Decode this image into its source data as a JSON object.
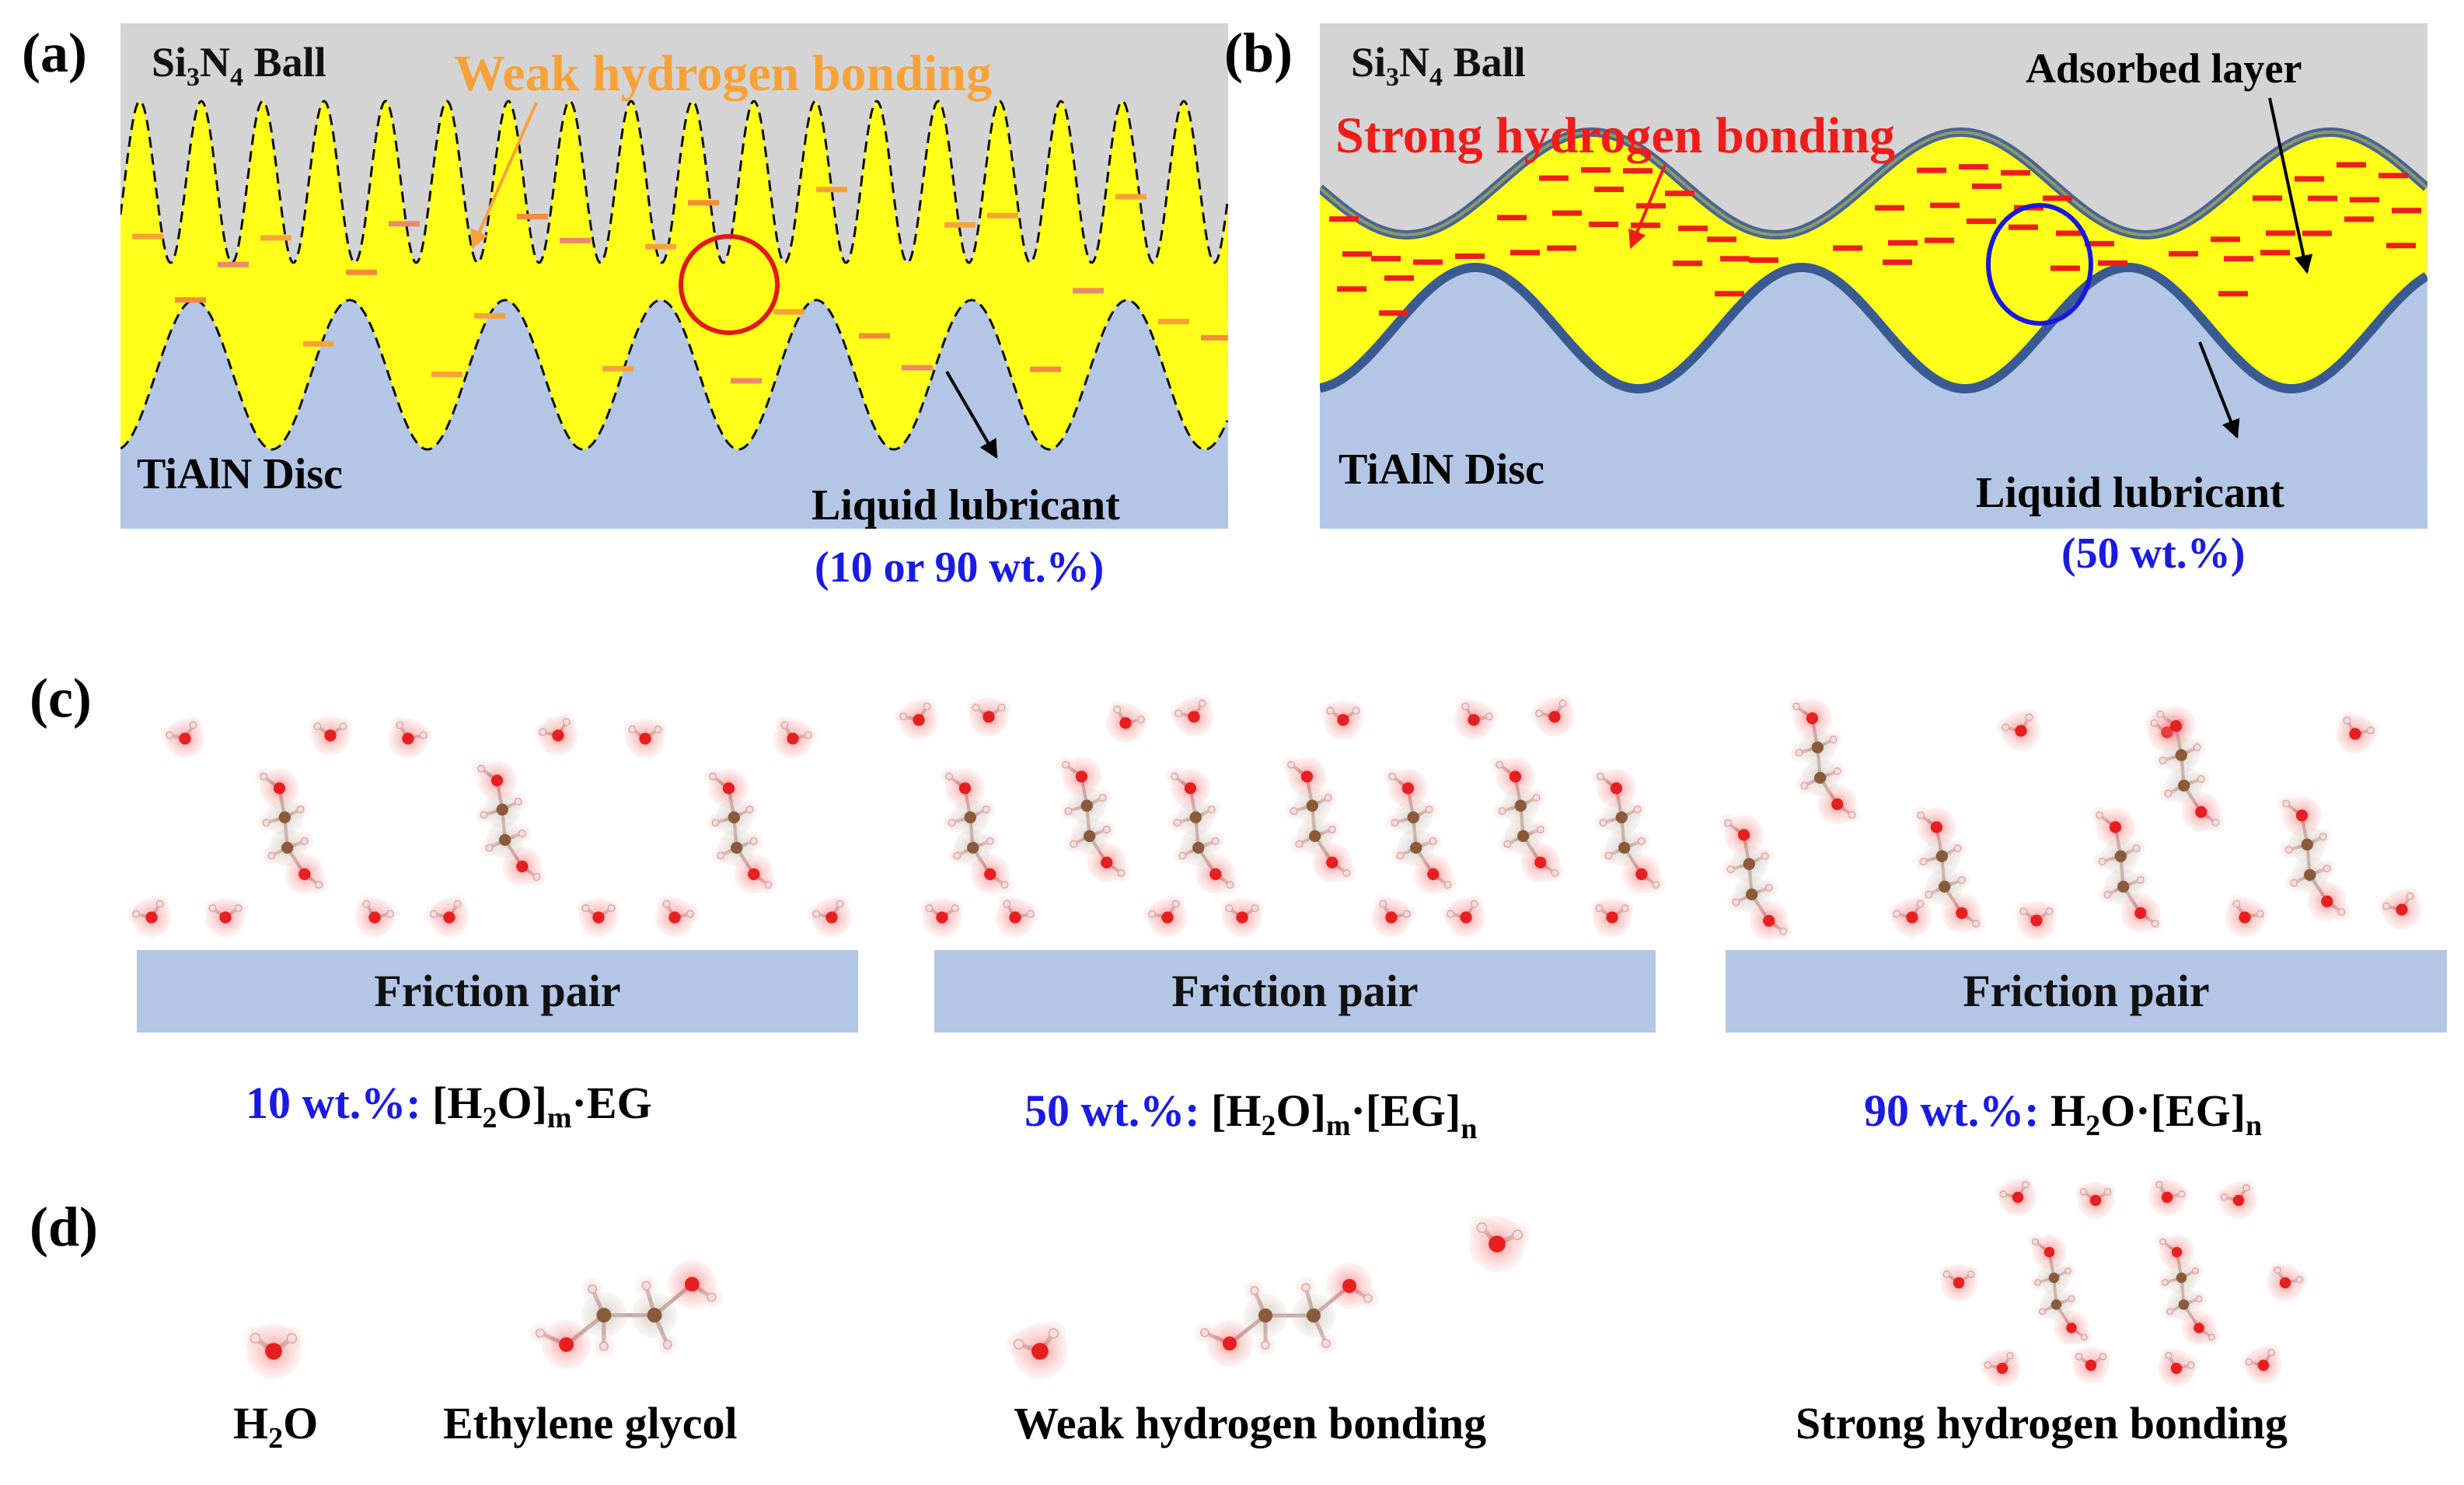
{
  "colors": {
    "ball": "#d4d4d4",
    "lubricant": "#ffff1a",
    "disc": "#b3c6e6",
    "weak_label": "#f7a238",
    "strong_label": "#f01c1c",
    "blue_text": "#1a1ae6",
    "oxygen": "#e62020",
    "carbon": "#8a5a3a",
    "hydrogen": "#f0d8d8",
    "adsorbed_layer": "#4a6592"
  },
  "panel_a": {
    "label": "(a)",
    "ball_pre": "Si",
    "ball_sub1": "3",
    "ball_mid": "N",
    "ball_sub2": "4",
    "ball_post": " Ball",
    "bond_label": "Weak hydrogen bonding",
    "disc_label": "TiAlN Disc",
    "lubricant_label": "Liquid lubricant",
    "concentration": "(10 or 90 wt.%)"
  },
  "panel_b": {
    "label": "(b)",
    "ball_pre": "Si",
    "ball_sub1": "3",
    "ball_mid": "N",
    "ball_sub2": "4",
    "ball_post": " Ball",
    "bond_label": "Strong hydrogen bonding",
    "layer_label": "Adsorbed layer",
    "disc_label": "TiAlN Disc",
    "lubricant_label": "Liquid lubricant",
    "concentration": "(50 wt.%)"
  },
  "panel_c": {
    "label": "(c)",
    "pair_label": "Friction pair",
    "f1_pct": "10 wt.%:",
    "f1_a": " [H",
    "f1_b": "2",
    "f1_c": "O]",
    "f1_d": "m",
    "f1_e": "·EG",
    "f2_pct": "50 wt.%:",
    "f2_a": " [H",
    "f2_b": "2",
    "f2_c": "O]",
    "f2_d": "m",
    "f2_e": "·[EG]",
    "f2_f": "n",
    "f3_pct": "90 wt.%:",
    "f3_a": " H",
    "f3_b": "2",
    "f3_c": "O·[EG]",
    "f3_d": "n"
  },
  "panel_d": {
    "label": "(d)",
    "water_pre": "H",
    "water_sub": "2",
    "water_post": "O",
    "eg_label": "Ethylene glycol",
    "weak_label": "Weak hydrogen bonding",
    "strong_label": "Strong hydrogen bonding"
  }
}
